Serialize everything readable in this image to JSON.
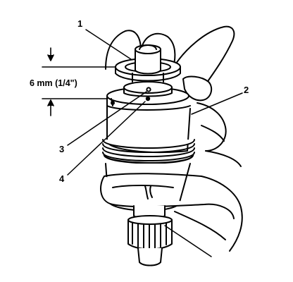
{
  "callouts": {
    "c1": "1",
    "c2": "2",
    "c3": "3",
    "c4": "4"
  },
  "dimension_label": "6 mm (1/4\")",
  "colors": {
    "ink": "#000000",
    "paper": "#ffffff"
  }
}
